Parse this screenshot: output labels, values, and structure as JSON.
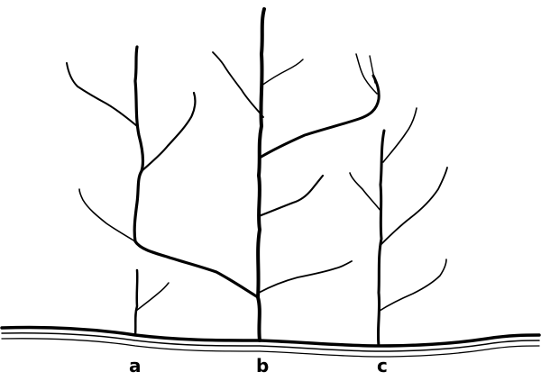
{
  "labels": {
    "a": "a",
    "b": "b",
    "c": "c"
  },
  "colors": {
    "ink": "#000000",
    "background": "#ffffff"
  }
}
